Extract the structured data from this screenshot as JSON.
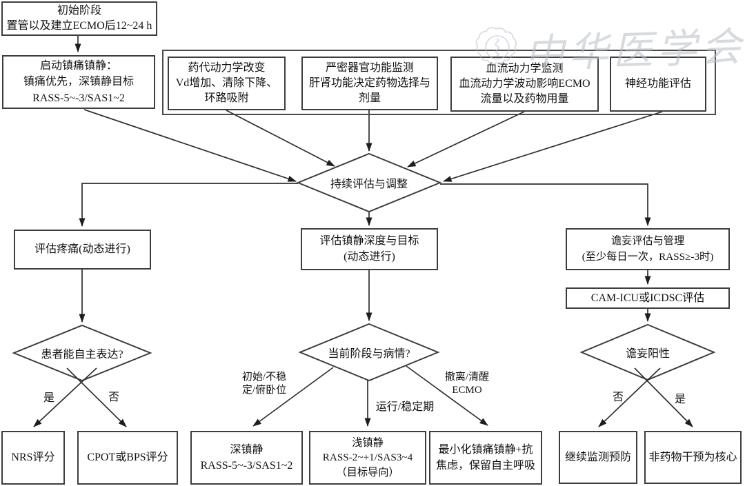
{
  "colors": {
    "background": "#ffffff",
    "line": "#2e2e2e",
    "box_border": "#3d3d3d",
    "text": "#111111",
    "watermark": "#b8bdc6"
  },
  "watermark": {
    "org_text": "中华医学会",
    "emblem": "cma-seal-logo"
  },
  "nodes": {
    "start": {
      "lines": [
        "初始阶段",
        "置管以及建立ECMO后12~24 h"
      ]
    },
    "initiate": {
      "lines": [
        "启动镇痛镇静：",
        "镇痛优先，深镇静目标",
        "RASS-5~-3/SAS1~2"
      ]
    },
    "pk": {
      "lines": [
        "药代动力学改变",
        "Vd增加、清除下降、",
        "环路吸附"
      ]
    },
    "organ": {
      "lines": [
        "严密器官功能监测",
        "肝肾功能决定药物选择与",
        "剂量"
      ]
    },
    "hemo": {
      "lines": [
        "血流动力学监测",
        "血流动力学波动影响ECMO",
        "流量以及药物用量"
      ]
    },
    "neuro": {
      "lines": [
        "神经功能评估"
      ]
    },
    "central_diamond": {
      "lines": [
        "持续评估与调整"
      ]
    },
    "pain": {
      "lines": [
        "评估疼痛(动态进行)"
      ]
    },
    "sedation": {
      "lines": [
        "评估镇静深度与目标",
        "(动态进行)"
      ]
    },
    "delirium": {
      "lines": [
        "谵妄评估与管理",
        "(至少每日一次，RASS≥-3时)"
      ]
    },
    "camicu": {
      "lines": [
        "CAM-ICU或ICDSC评估"
      ]
    },
    "express_diamond": {
      "lines": [
        "患者能自主表达?"
      ]
    },
    "stage_diamond": {
      "lines": [
        "当前阶段与病情?"
      ]
    },
    "positive_diamond": {
      "lines": [
        "谵妄阳性"
      ]
    },
    "nrs": {
      "lines": [
        "NRS评分"
      ]
    },
    "cpot": {
      "lines": [
        "CPOT或BPS评分"
      ]
    },
    "deep": {
      "lines": [
        "深镇静",
        "RASS-5~-3/SAS1~2"
      ]
    },
    "light": {
      "lines": [
        "浅镇静",
        "RASS-2~+1/SAS3~4",
        "（目标导向）"
      ]
    },
    "minimal": {
      "lines": [
        "最小化镇痛镇静+抗",
        "焦虑，保留自主呼吸"
      ]
    },
    "monitor": {
      "lines": [
        "继续监测预防"
      ]
    },
    "nonpharm": {
      "lines": [
        "非药物干预为核心"
      ]
    }
  },
  "edge_labels": {
    "yes_left": "是",
    "no_left": "否",
    "initial_lines": [
      "初始/不稳",
      "定/俯卧位"
    ],
    "running": "运行/稳定期",
    "wean_lines": [
      "撤离/清醒",
      "ECMO"
    ],
    "no_right": "否",
    "yes_right": "是"
  }
}
